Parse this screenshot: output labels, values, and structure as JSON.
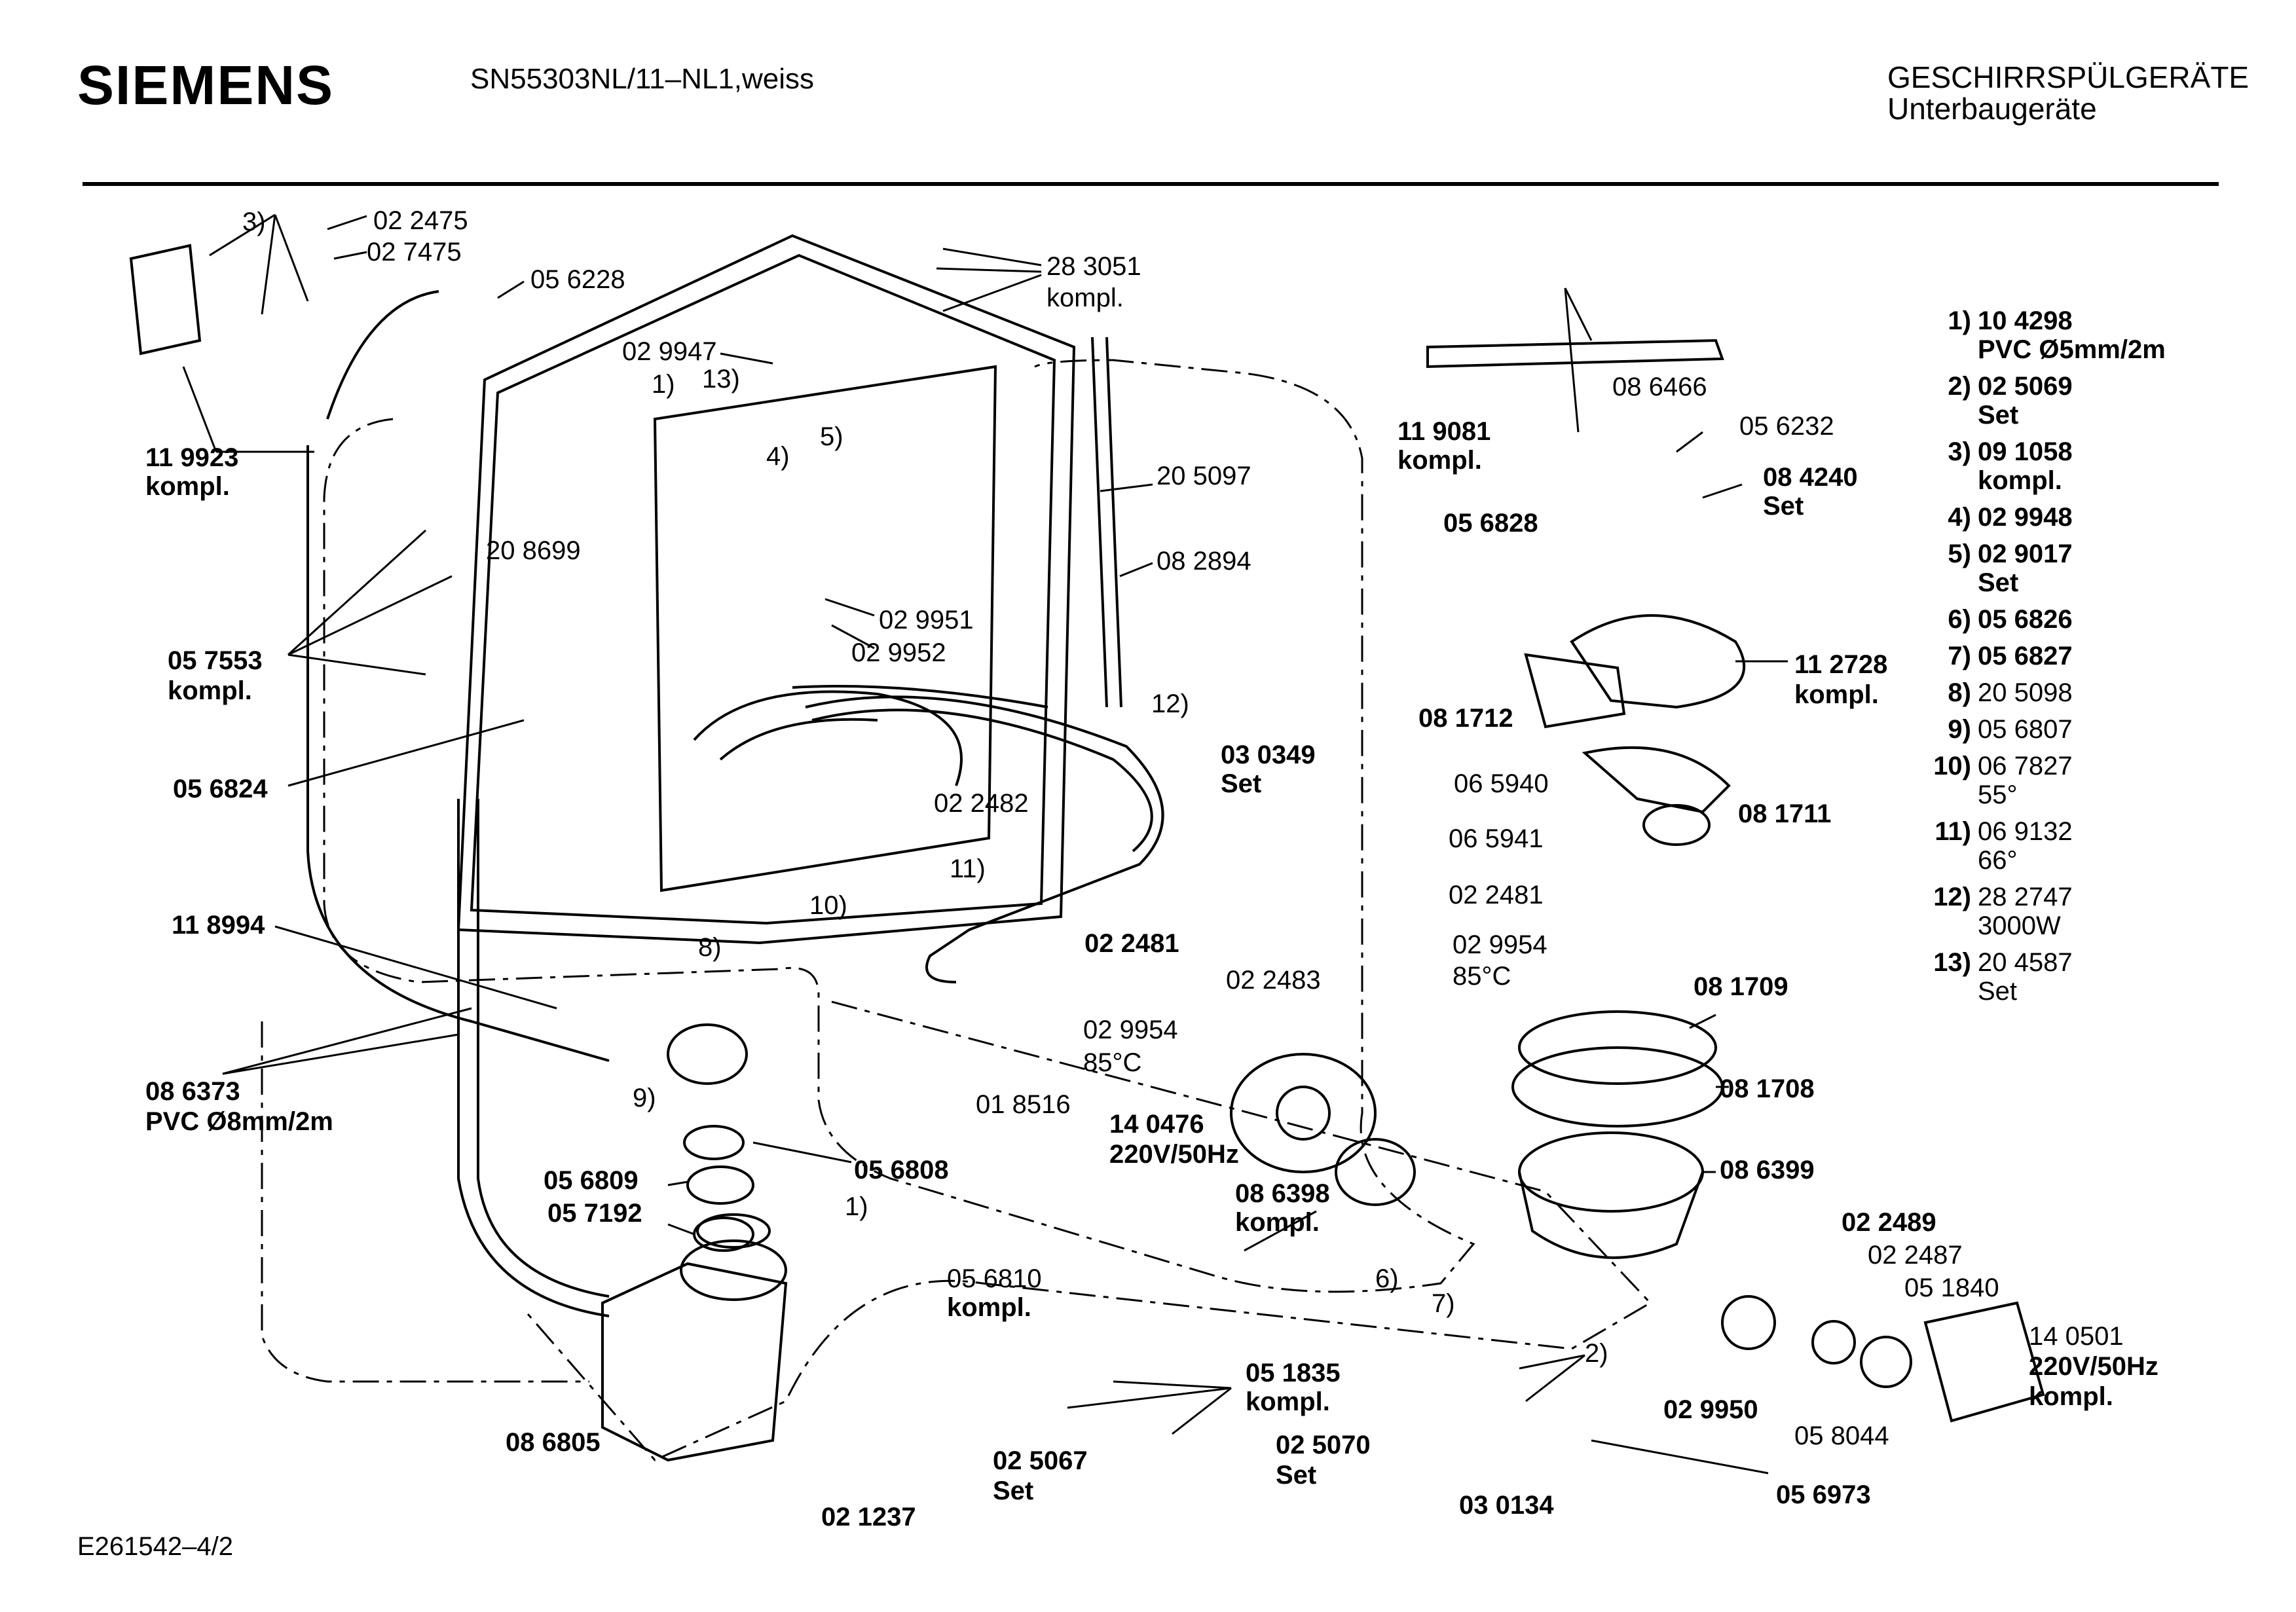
{
  "header": {
    "brand": "SIEMENS",
    "model": "SN55303NL/11–NL1,weiss",
    "category_line1": "GESCHIRRSPÜLGERÄTE",
    "category_line2": "Unterbaugeräte"
  },
  "footer": {
    "code": "E261542–4/2"
  },
  "labels": {
    "p3a": "3)",
    "p022475": "02 2475",
    "p027475": "02 7475",
    "p056228": "05 6228",
    "p283051": "28 3051",
    "kompl_a": "kompl.",
    "p029947": "02 9947",
    "p1a": "1)",
    "p13": "13)",
    "p4": "4)",
    "p5": "5)",
    "p119923": "11 9923",
    "kompl_b": "kompl.",
    "p208699": "20 8699",
    "p205097": "20 5097",
    "p082894": "08 2894",
    "p029951": "02 9951",
    "p029952": "02 9952",
    "p057553": "05 7553",
    "kompl_c": "kompl.",
    "p056824": "05 6824",
    "p12": "12)",
    "p030349": "03 0349",
    "set_a": "Set",
    "p022482": "02 2482",
    "p11": "11)",
    "p10": "10)",
    "p8": "8)",
    "p022481a": "02 2481",
    "p118994": "11 8994",
    "p029954a": "02 9954",
    "t85a": "85°C",
    "p022483": "02 2483",
    "p086373": "08 6373",
    "pvc8": "PVC Ø8mm/2m",
    "p9": "9)",
    "p018516": "01 8516",
    "p140476": "14 0476",
    "v220a": "220V/50Hz",
    "p056809": "05 6809",
    "p056808": "05 6808",
    "p057192": "05 7192",
    "p1b": "1)",
    "p086398": "08 6398",
    "kompl_d": "kompl.",
    "p6": "6)",
    "p7": "7)",
    "p056810": "05 6810",
    "kompl_e": "kompl.",
    "p051835": "05 1835",
    "kompl_f": "kompl.",
    "p086805": "08 6805",
    "p025067": "02 5067",
    "set_b": "Set",
    "p025070": "02 5070",
    "set_c": "Set",
    "p021237": "02 1237",
    "p2": "2)",
    "p030134": "03 0134",
    "p056973": "05 6973",
    "p029950": "02 9950",
    "p058044": "05 8044",
    "p022489": "02 2489",
    "p022487": "02 2487",
    "p051840": "05 1840",
    "p140501": "14 0501",
    "v220b": "220V/50Hz",
    "kompl_g": "kompl.",
    "p086466": "08 6466",
    "p119081": "11 9081",
    "kompl_h": "kompl.",
    "p056232": "05 6232",
    "p084240": "08 4240",
    "set_d": "Set",
    "p056828": "05 6828",
    "p112728": "11 2728",
    "kompl_i": "kompl.",
    "p081712": "08 1712",
    "p081711": "08 1711",
    "p065940": "06 5940",
    "p065941": "06 5941",
    "p022481b": "02 2481",
    "p029954b": "02 9954",
    "t85b": "85°C",
    "p081709": "08 1709",
    "p081708": "08 1708",
    "p086399": "08 6399"
  },
  "legend": [
    {
      "idx": "1)",
      "value": "10 4298",
      "sub": "PVC Ø5mm/2m"
    },
    {
      "idx": "2)",
      "value": "02 5069",
      "sub": "Set"
    },
    {
      "idx": "3)",
      "value": "09 1058",
      "sub": "kompl."
    },
    {
      "idx": "4)",
      "value": "02 9948",
      "sub": ""
    },
    {
      "idx": "5)",
      "value": "02 9017",
      "sub": "Set"
    },
    {
      "idx": "6)",
      "value": "05 6826",
      "sub": ""
    },
    {
      "idx": "7)",
      "value": "05 6827",
      "sub": ""
    },
    {
      "idx": "8)",
      "value": "20 5098",
      "sub": ""
    },
    {
      "idx": "9)",
      "value": "05 6807",
      "sub": ""
    },
    {
      "idx": "10)",
      "value": "06 7827",
      "sub": "55°"
    },
    {
      "idx": "11)",
      "value": "06 9132",
      "sub": "66°"
    },
    {
      "idx": "12)",
      "value": "28 2747",
      "sub": "3000W"
    },
    {
      "idx": "13)",
      "value": "20 4587",
      "sub": "Set"
    }
  ]
}
